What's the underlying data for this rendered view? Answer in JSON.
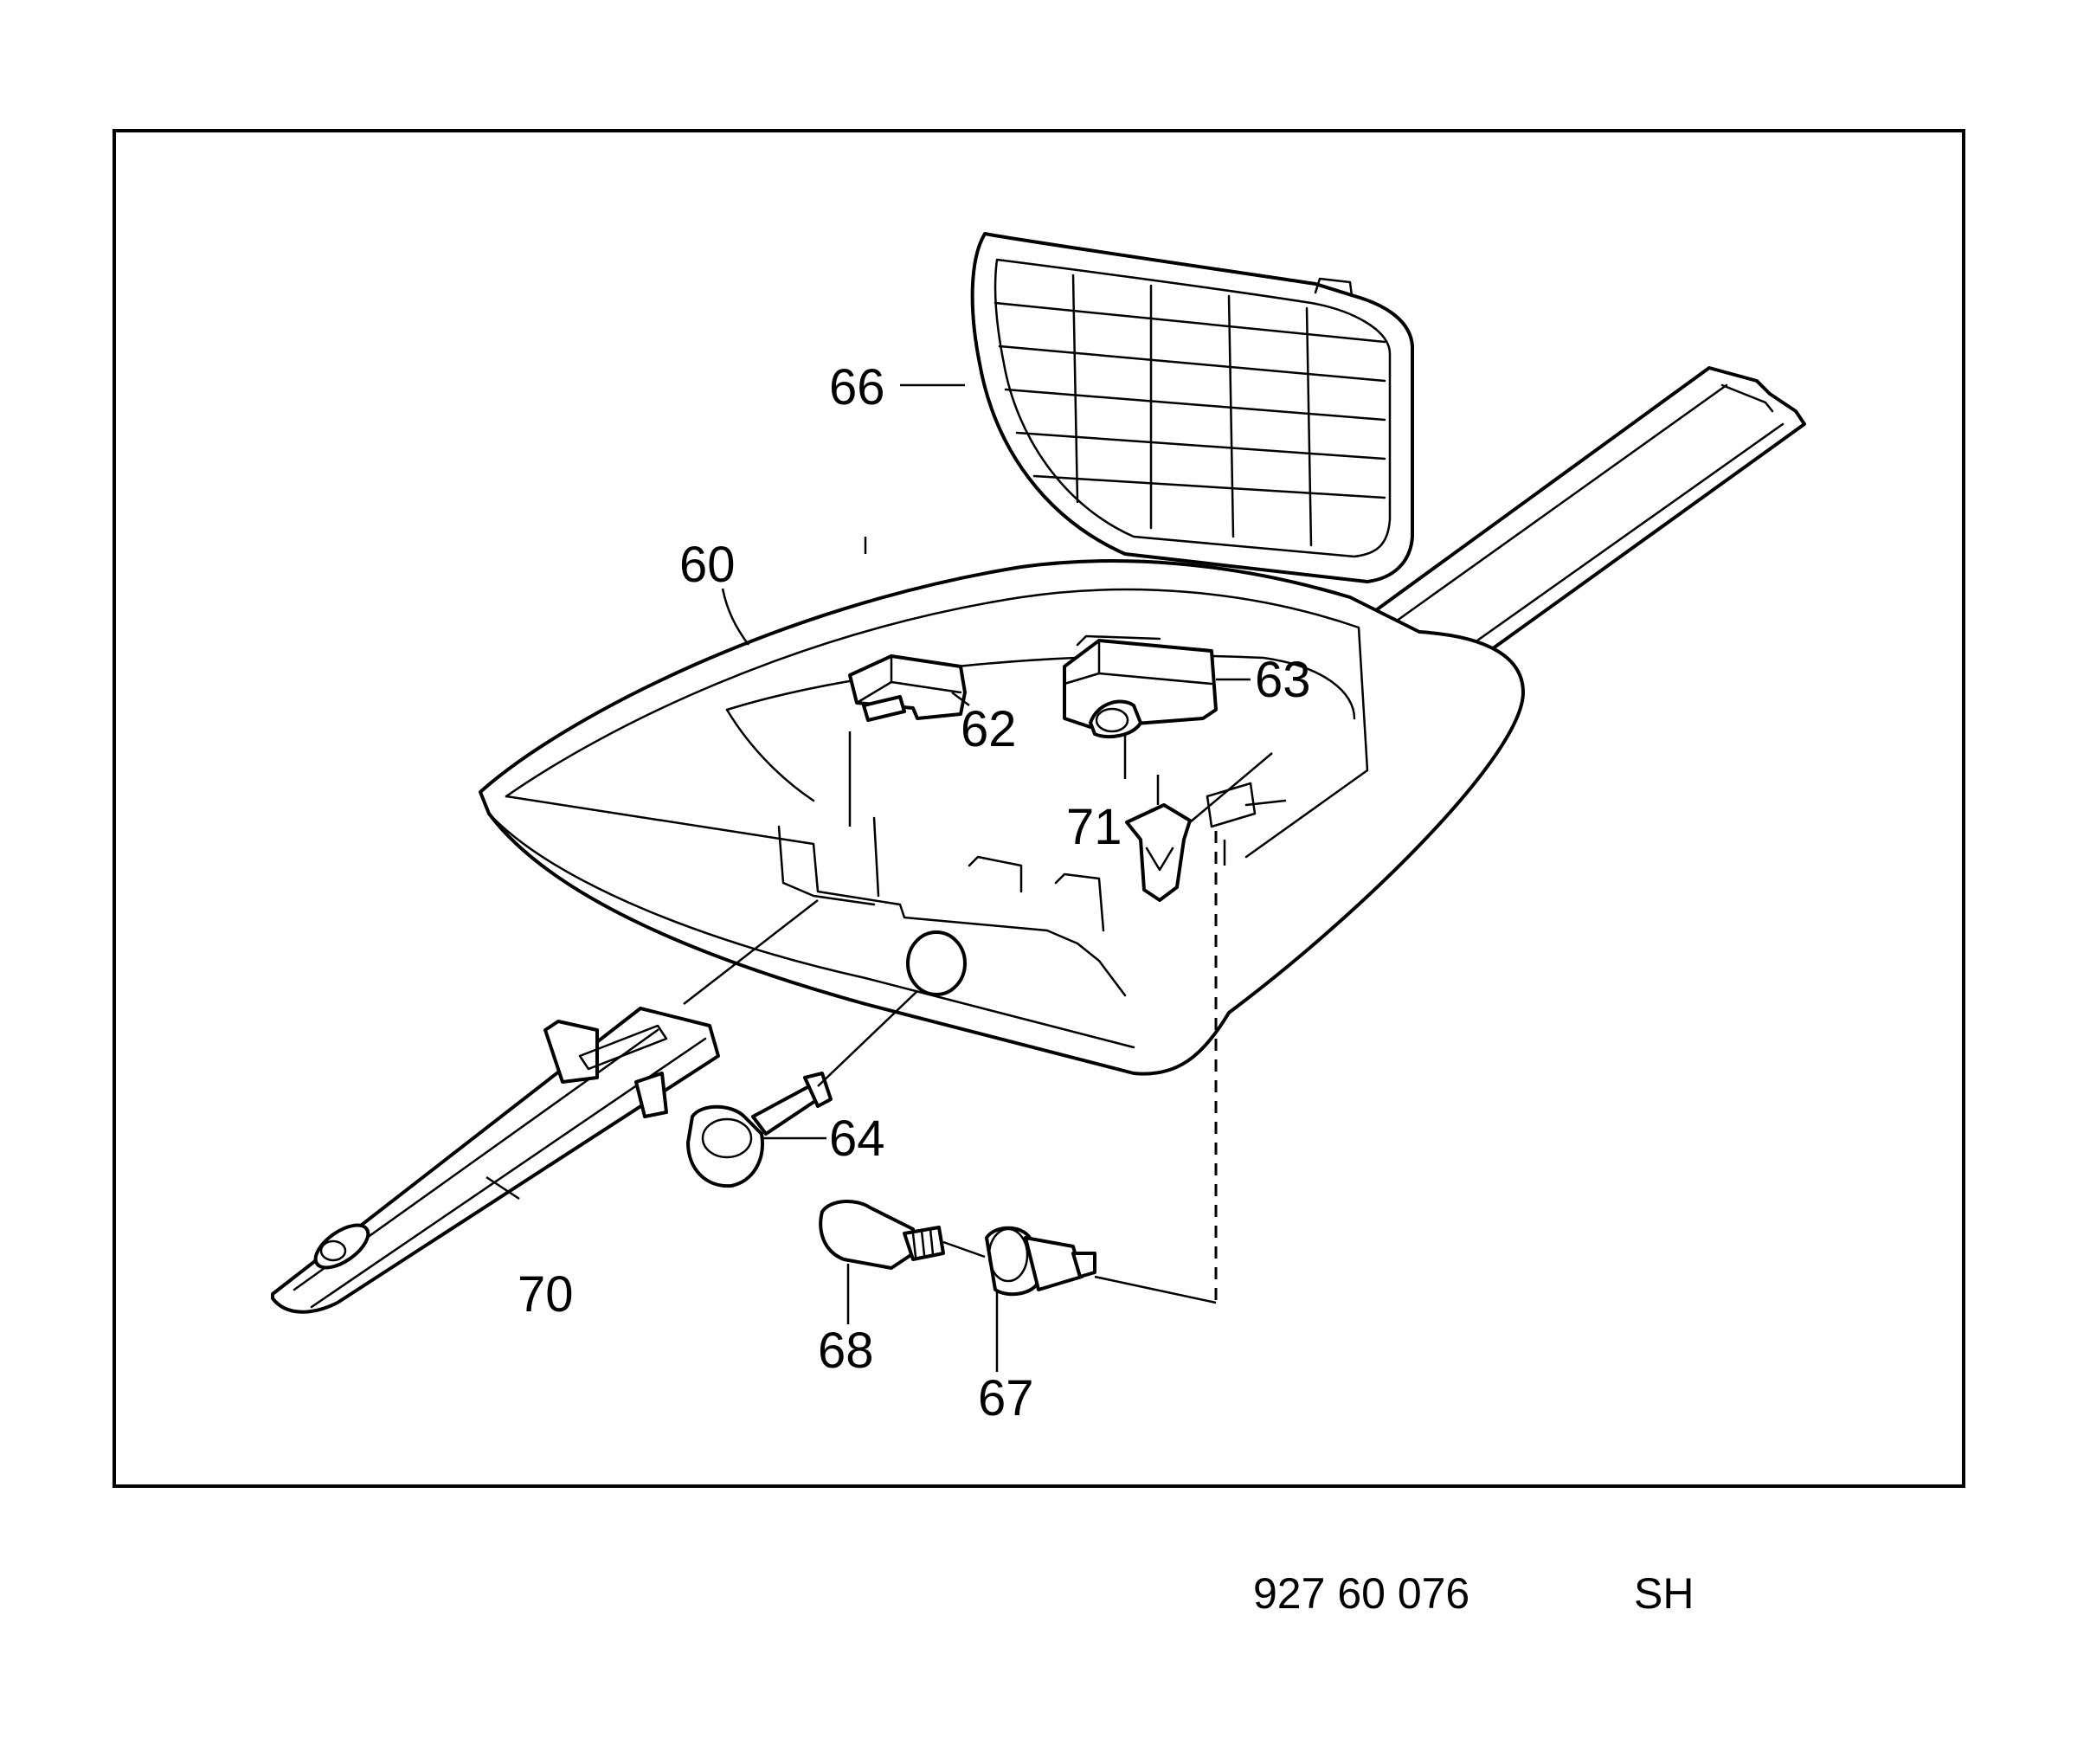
{
  "diagram": {
    "callouts": {
      "c60": "60",
      "c62": "62",
      "c63": "63",
      "c64": "64",
      "c66": "66",
      "c67": "67",
      "c68": "68",
      "c70": "70",
      "c71": "71"
    }
  },
  "footer": {
    "part_number": "927 60 076",
    "code": "SH"
  }
}
